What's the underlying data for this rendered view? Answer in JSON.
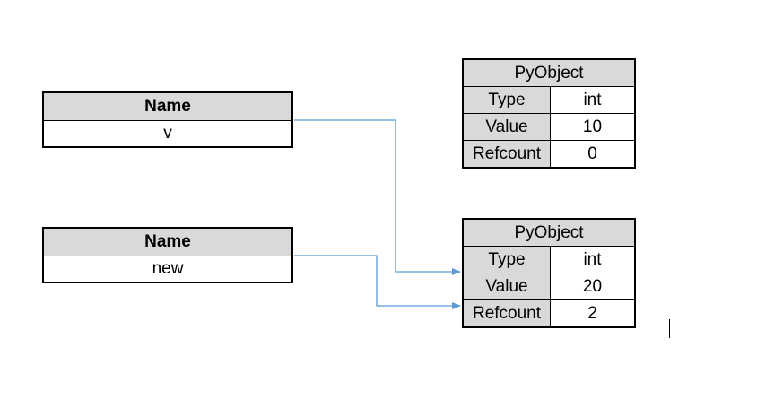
{
  "names": [
    {
      "header": "Name",
      "value": "v"
    },
    {
      "header": "Name",
      "value": "new"
    }
  ],
  "pyobjects": [
    {
      "title": "PyObject",
      "rows": [
        {
          "key": "Type",
          "value": "int"
        },
        {
          "key": "Value",
          "value": "10"
        },
        {
          "key": "Refcount",
          "value": "0"
        }
      ]
    },
    {
      "title": "PyObject",
      "rows": [
        {
          "key": "Type",
          "value": "int"
        },
        {
          "key": "Value",
          "value": "20"
        },
        {
          "key": "Refcount",
          "value": "2"
        }
      ]
    }
  ],
  "colors": {
    "arrow": "#5b9bd5",
    "header_fill": "#d9d9d9"
  }
}
